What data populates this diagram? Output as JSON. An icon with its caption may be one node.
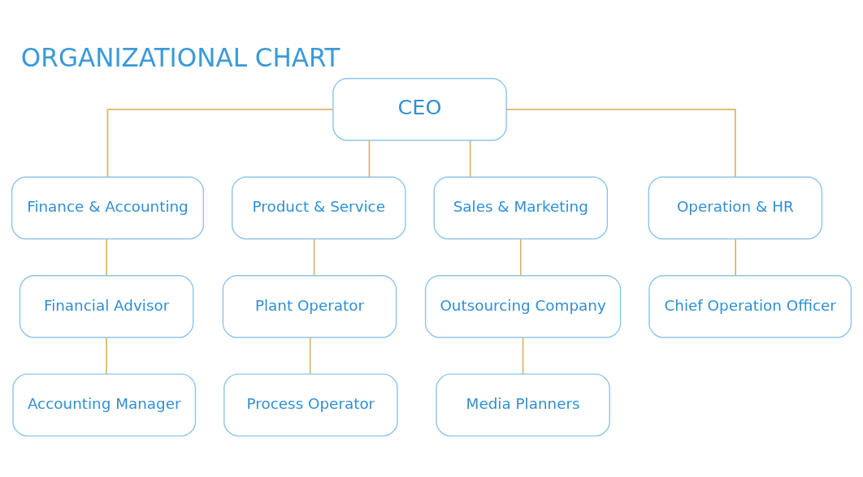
{
  "diagram": {
    "title": "ORGANIZATIONAL CHART",
    "nodes": [
      {
        "text": [
          "CEO"
        ]
      },
      {
        "text": [
          "Finance & Accounting"
        ]
      },
      {
        "text": [
          "Product & Service"
        ]
      },
      {
        "text": [
          "Sales & Marketing"
        ]
      },
      {
        "text": [
          "Operation & HR"
        ]
      },
      {
        "text": [
          "Financial Advisor"
        ]
      },
      {
        "text": [
          "Plant Operator"
        ]
      },
      {
        "text": [
          "Outsourcing Company"
        ]
      },
      {
        "text": [
          "Chief Operation Officer"
        ]
      },
      {
        "text": [
          "Accounting Manager"
        ]
      },
      {
        "text": [
          "Process Operator"
        ]
      },
      {
        "text": [
          "Media Planners"
        ]
      }
    ],
    "edges": [
      {
        "from": 0,
        "to": 1,
        "arrow": "none"
      },
      {
        "from": 0,
        "to": 2,
        "arrow": "none"
      },
      {
        "from": 0,
        "to": 3,
        "arrow": "none"
      },
      {
        "from": 0,
        "to": 4,
        "arrow": "none"
      },
      {
        "from": 1,
        "to": 5,
        "arrow": "none"
      },
      {
        "from": 2,
        "to": 6,
        "arrow": "none"
      },
      {
        "from": 3,
        "to": 7,
        "arrow": "none"
      },
      {
        "from": 4,
        "to": 8,
        "arrow": "none"
      },
      {
        "from": 5,
        "to": 9,
        "arrow": "none"
      },
      {
        "from": 6,
        "to": 10,
        "arrow": "none"
      },
      {
        "from": 7,
        "to": 11,
        "arrow": "none"
      }
    ]
  }
}
